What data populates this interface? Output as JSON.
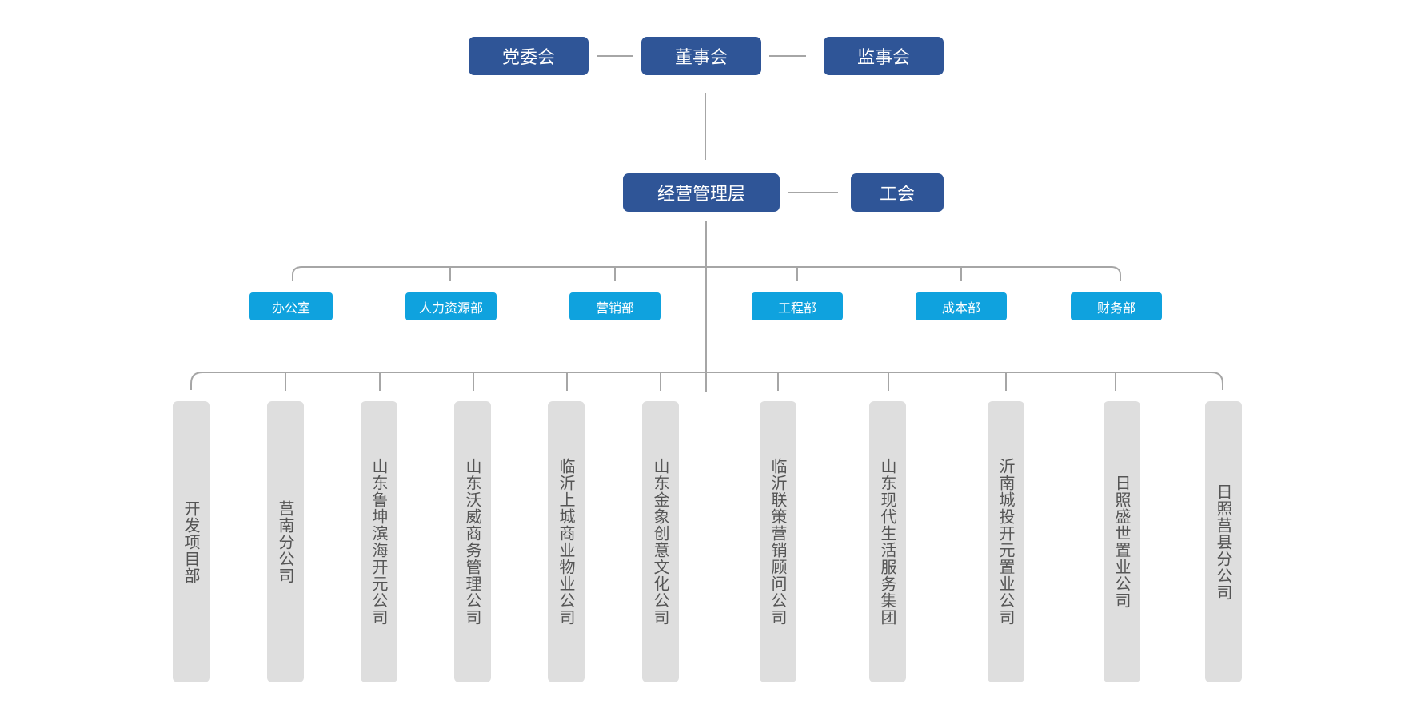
{
  "colors": {
    "top_box": "#2f5597",
    "dept_box": "#0fa2de",
    "sub_box": "#dedede",
    "connector": "#a6a6a6",
    "sub_text": "#555555"
  },
  "top": {
    "party_committee": "党委会",
    "board": "董事会",
    "supervisors": "监事会"
  },
  "mgmt": {
    "management": "经营管理层",
    "union": "工会"
  },
  "departments": [
    "办公室",
    "人力资源部",
    "营销部",
    "工程部",
    "成本部",
    "财务部"
  ],
  "subsidiaries": [
    "开发项目部",
    "莒南分公司",
    "山东鲁坤滨海开元公司",
    "山东沃威商务管理公司",
    "临沂上城商业物业公司",
    "山东金象创意文化公司",
    "临沂联策营销顾问公司",
    "山东现代生活服务集团",
    "沂南城投开元置业公司",
    "日照盛世置业公司",
    "日照莒县分公司"
  ]
}
